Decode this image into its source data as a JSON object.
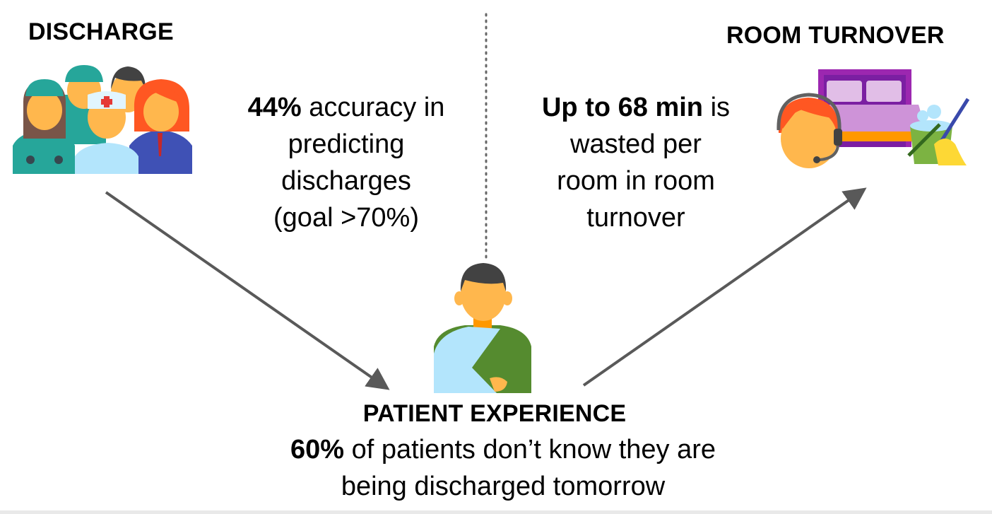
{
  "discharge": {
    "heading": "DISCHARGE",
    "stat_bold": "44%",
    "stat_lines": [
      " accuracy in",
      "predicting",
      "discharges",
      "(goal >70%)"
    ],
    "icon": "medical-staff-icon"
  },
  "room_turnover": {
    "heading": "ROOM TURNOVER",
    "stat_bold": "Up to 68 min",
    "stat_lines": [
      " is",
      "wasted per",
      "room in room",
      "turnover"
    ],
    "icon": "housekeeping-bed-icon"
  },
  "patient_experience": {
    "heading": "PATIENT EXPERIENCE",
    "stat_bold": "60%",
    "stat_line1": " of patients don’t know they are",
    "stat_line2": "being discharged tomorrow",
    "icon": "patient-arm-sling-icon"
  },
  "colors": {
    "arrow": "#595959",
    "divider": "#666666",
    "skin": "#ffb74d",
    "hair_dark": "#424242",
    "hair_red": "#ff5722",
    "scrubs": "#26a69a",
    "bed": "#9c27b0"
  }
}
